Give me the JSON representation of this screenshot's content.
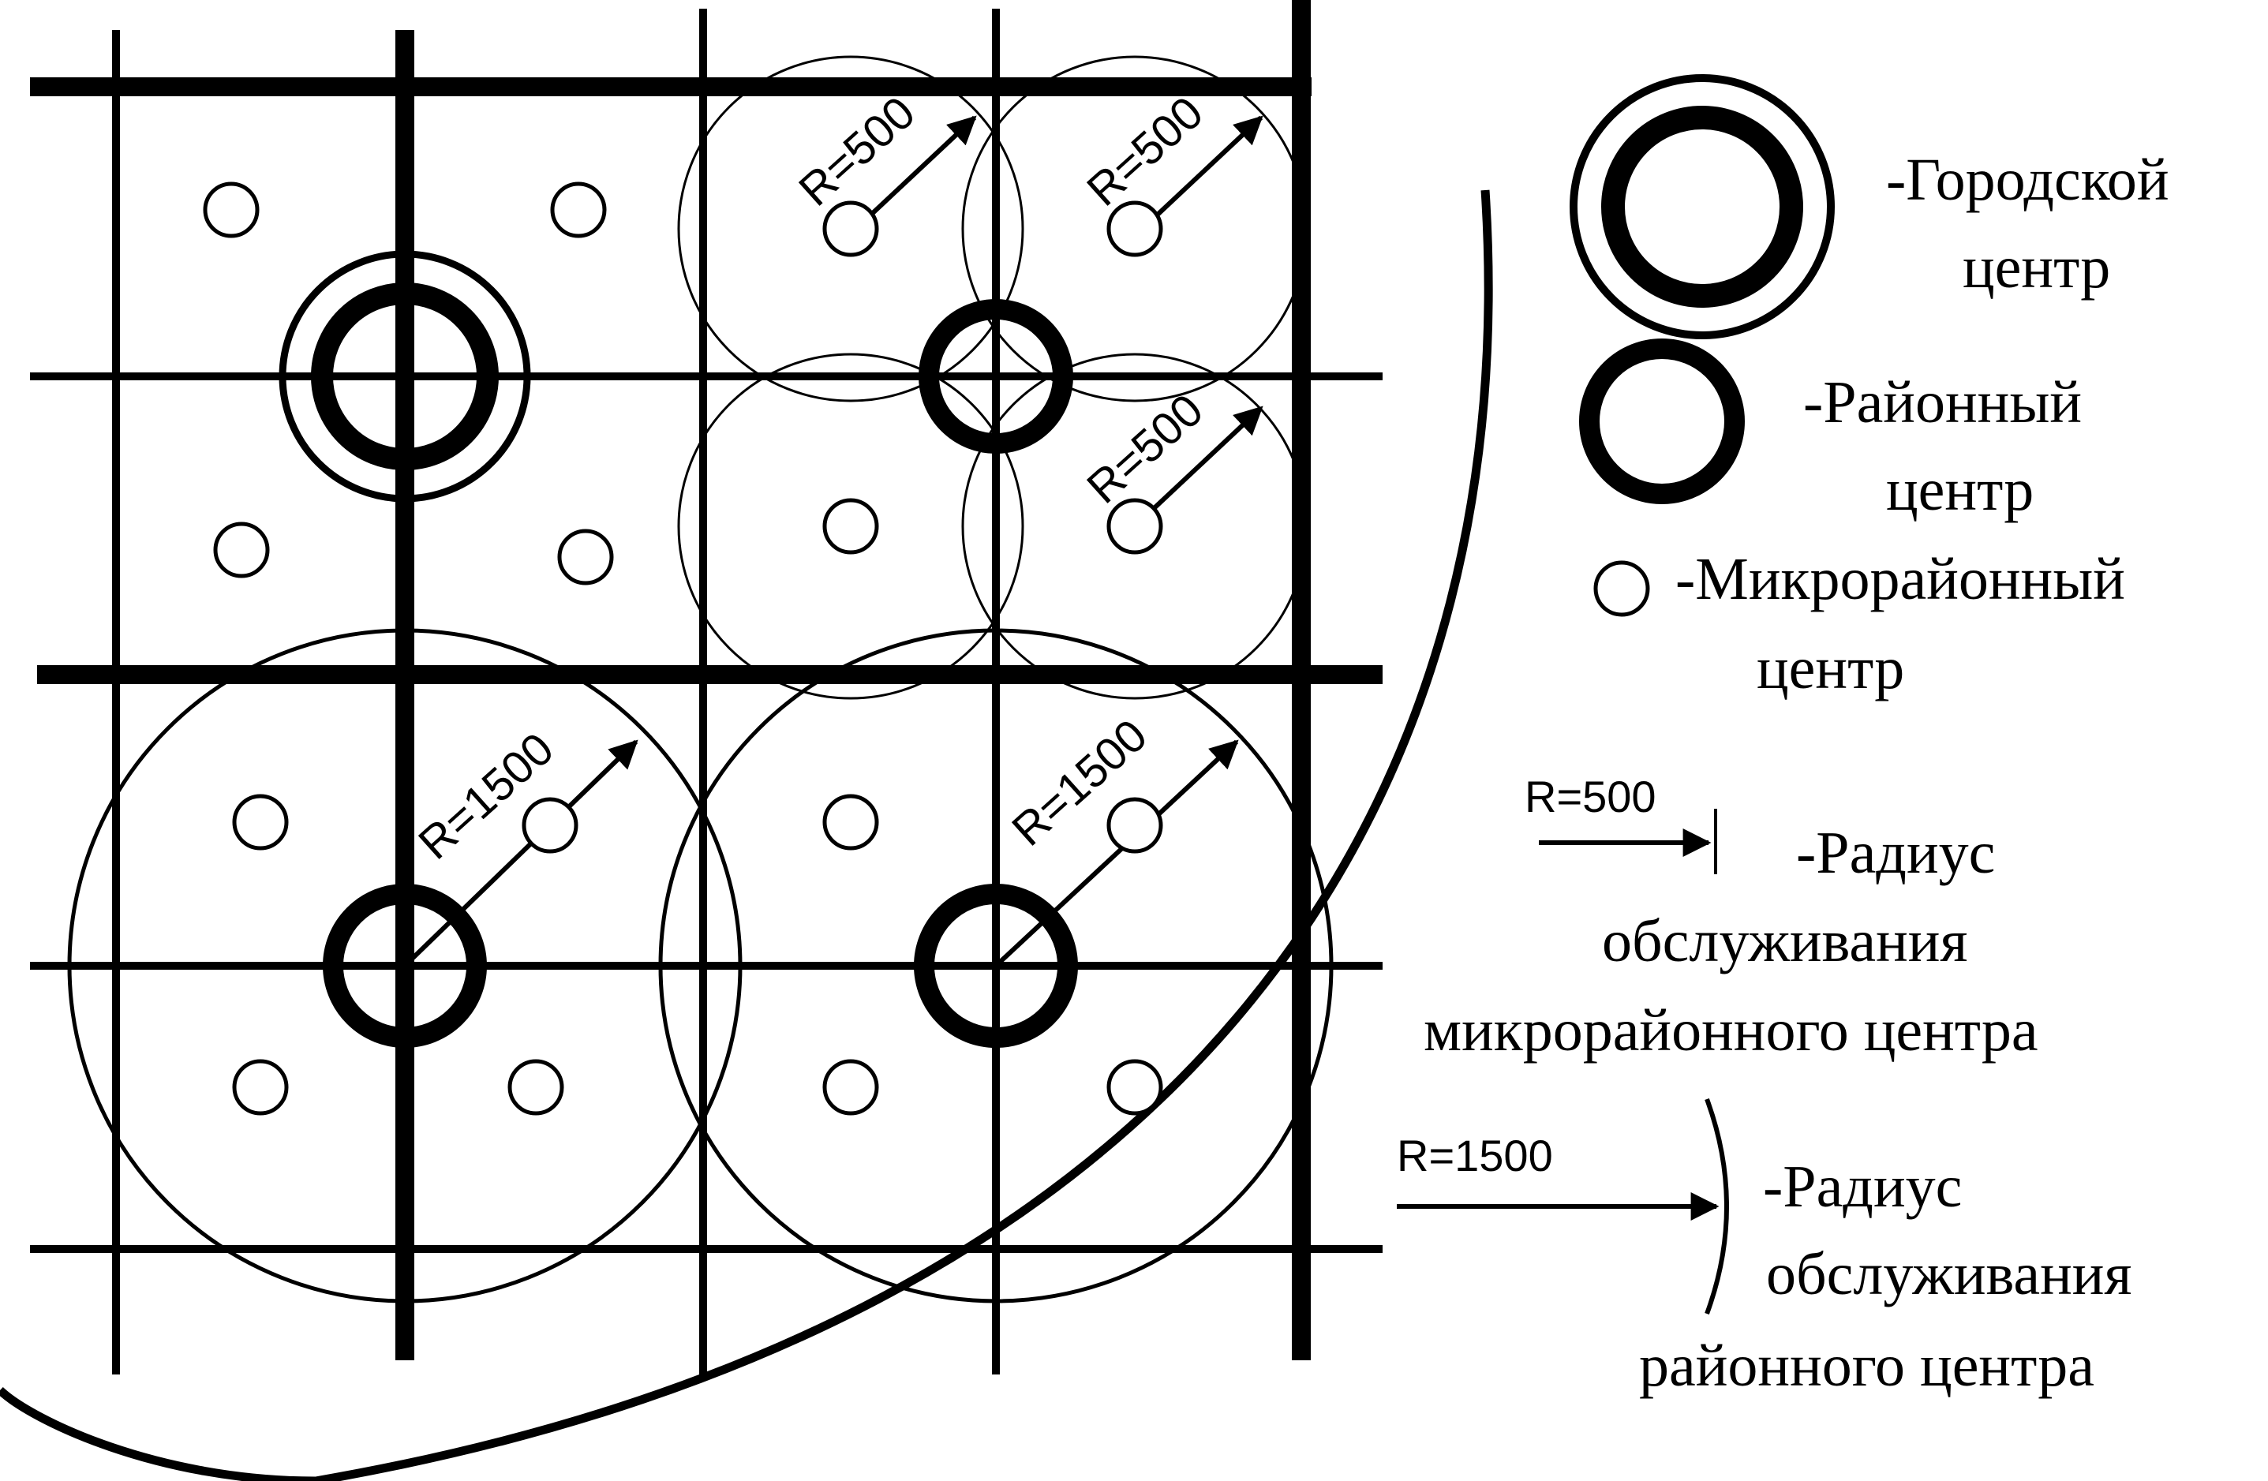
{
  "colors": {
    "ink": "#000000",
    "paper": "#ffffff"
  },
  "diagram": {
    "radius_labels": {
      "micro": "R=500",
      "district": "R=1500"
    },
    "legend": {
      "city_center": [
        "-Городской",
        "центр"
      ],
      "district_center": [
        "-Районный",
        "центр"
      ],
      "micro_center": [
        "-Микрорайонный",
        "центр"
      ],
      "micro_radius_sample": "R=500",
      "micro_radius": [
        "-Радиус",
        "обслуживания",
        "микрорайонного центра"
      ],
      "district_radius_sample": "R=1500",
      "district_radius": [
        "-Радиус",
        "обслуживания",
        "районного центра"
      ]
    },
    "icons": {
      "city_center": "double-ring-icon",
      "district_center": "thick-ring-icon",
      "micro_center": "small-ring-icon",
      "radius_arrow": "arrow-icon"
    }
  }
}
